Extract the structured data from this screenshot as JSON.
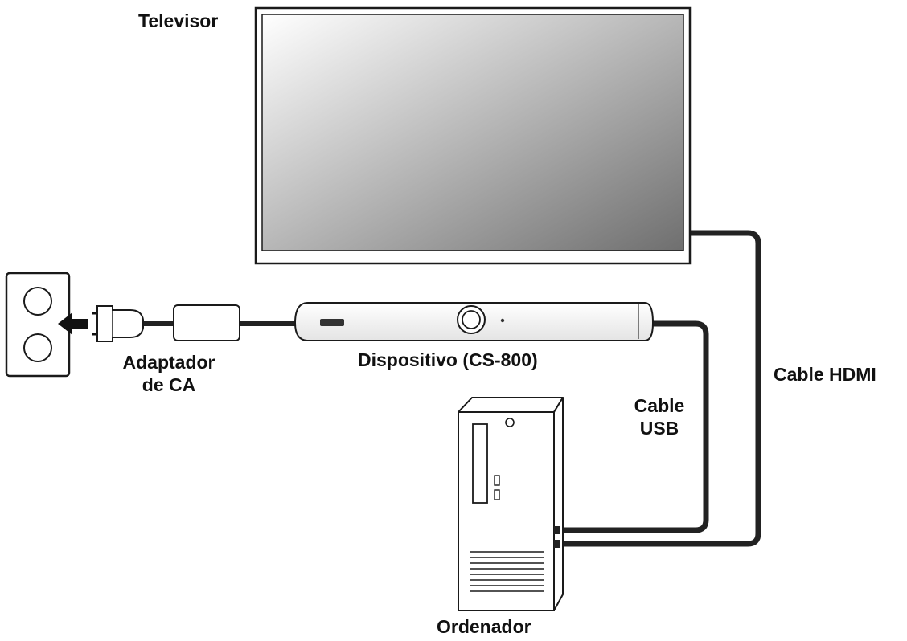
{
  "labels": {
    "tv": "Televisor",
    "adapter_line1": "Adaptador",
    "adapter_line2": "de CA",
    "device": "Dispositivo (CS-800)",
    "usb_line1": "Cable",
    "usb_line2": "USB",
    "hdmi": "Cable HDMI",
    "computer": "Ordenador"
  },
  "colors": {
    "line": "#1a1a1a",
    "cable": "#222222",
    "screen_light": "#ffffff",
    "screen_dark": "#6f6f6f",
    "device_fill": "#f7f7f7"
  },
  "icons": {
    "outlet": "wall-outlet-icon",
    "plug": "power-plug-icon",
    "arrow": "left-arrow-icon",
    "adapter": "ac-adapter-icon",
    "device": "cs-800-device",
    "tv": "television-icon",
    "computer": "desktop-tower-icon"
  }
}
